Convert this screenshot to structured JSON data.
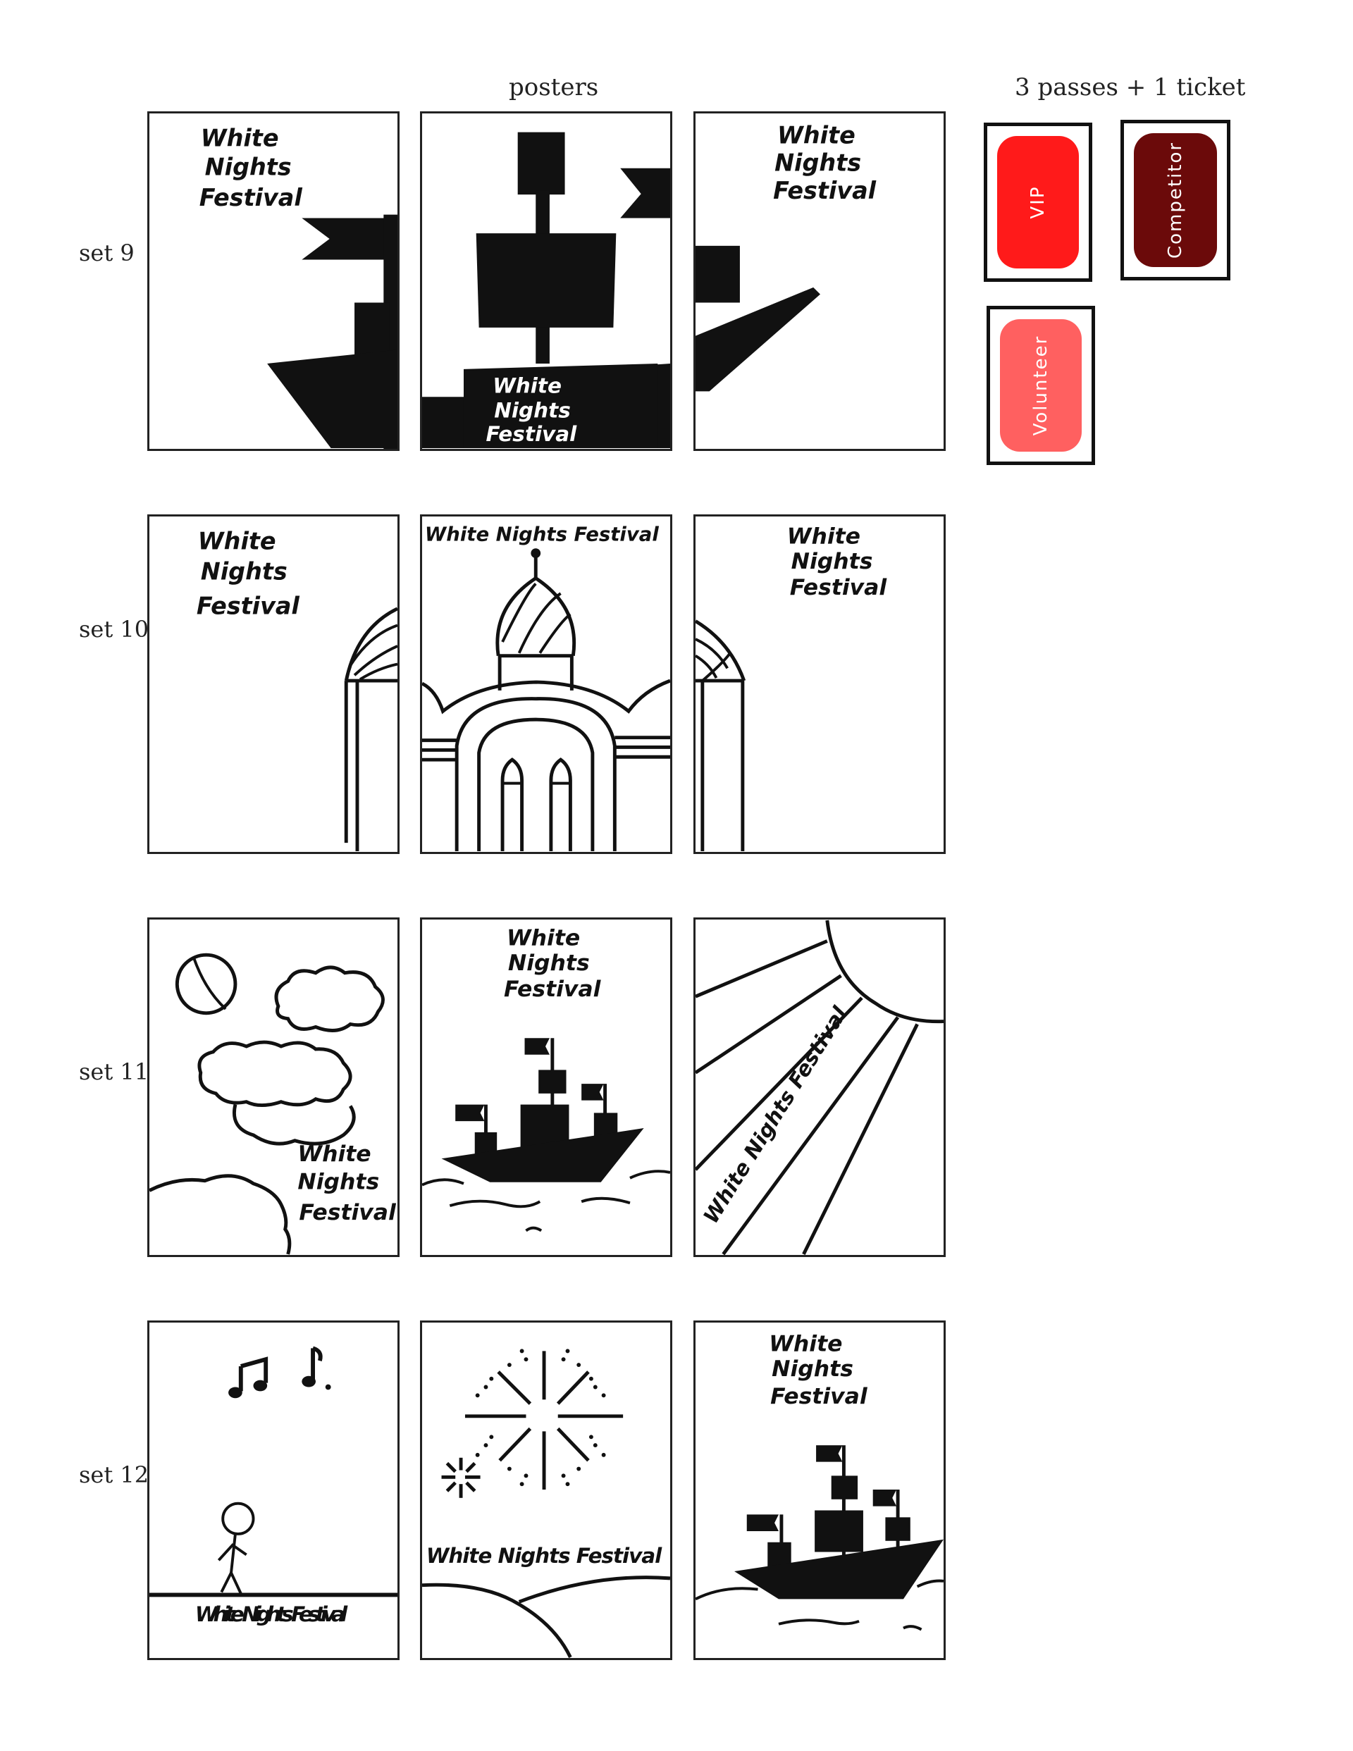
{
  "headers": {
    "posters": "posters",
    "passes": "3 passes + 1 ticket"
  },
  "sets": [
    {
      "label": "set 9"
    },
    {
      "label": "set 10"
    },
    {
      "label": "set 11"
    },
    {
      "label": "set 12"
    }
  ],
  "poster_text": {
    "white": "White",
    "nights": "Nights",
    "festival": "Festival",
    "full": "White Nights Festival"
  },
  "passes": [
    {
      "label": "VIP",
      "color": "#ff1a1a"
    },
    {
      "label": "Competitor",
      "color": "#6b0a0a"
    },
    {
      "label": "Volunteer",
      "color": "#ff6060"
    }
  ],
  "colors": {
    "ink": "#111111",
    "frame": "#222222"
  }
}
